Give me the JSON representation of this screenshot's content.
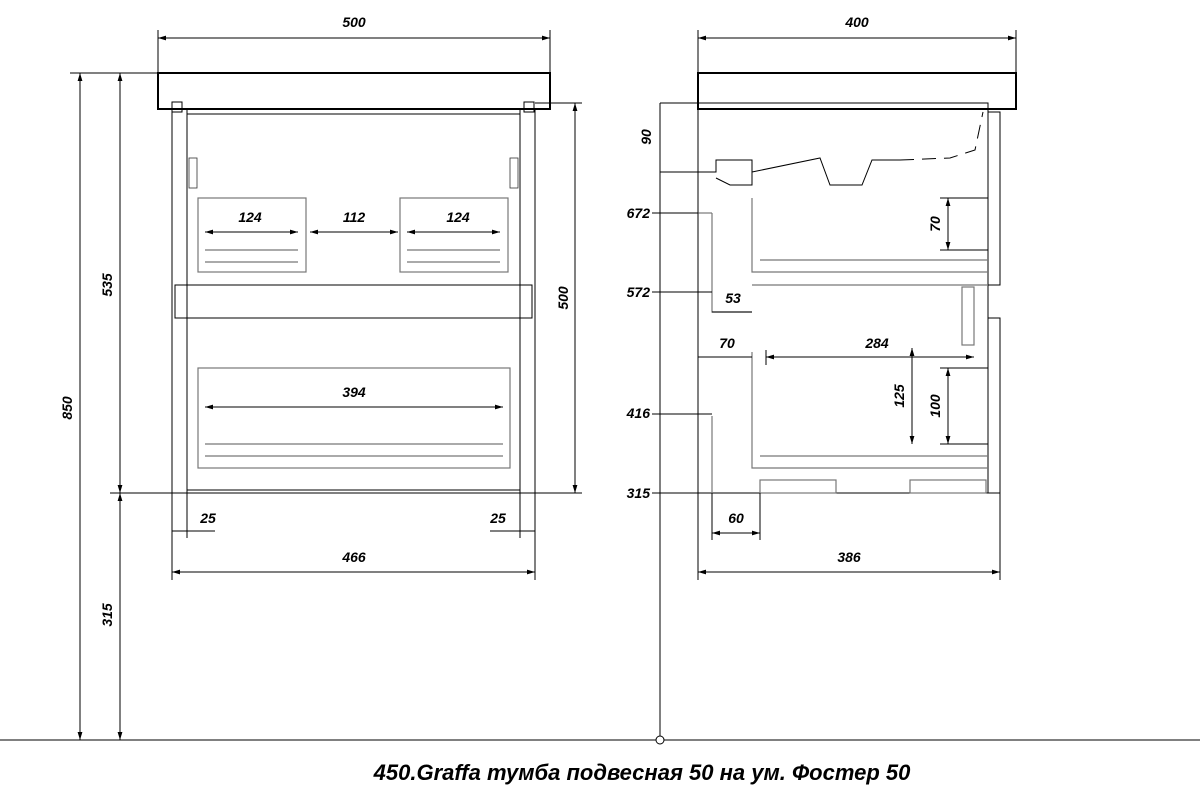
{
  "title": "450.Graffa тумба подвесная 50 на ум. Фостер 50",
  "front_view": {
    "width_total": "500",
    "height_total": "850",
    "cabinet_height": "535",
    "bottom_gap": "315",
    "door_height": "500",
    "drawer1_left": "124",
    "drawer1_mid": "112",
    "drawer1_right": "124",
    "drawer2_inner": "394",
    "offset_left": "25",
    "offset_right": "25",
    "width_body": "466"
  },
  "side_view": {
    "depth_total": "400",
    "top_gap": "90",
    "level_672": "672",
    "level_572": "572",
    "level_416": "416",
    "level_315": "315",
    "dim_70_upper": "70",
    "dim_53": "53",
    "dim_70_left": "70",
    "dim_284": "284",
    "dim_125": "125",
    "dim_100": "100",
    "dim_60": "60",
    "depth_body": "386"
  }
}
